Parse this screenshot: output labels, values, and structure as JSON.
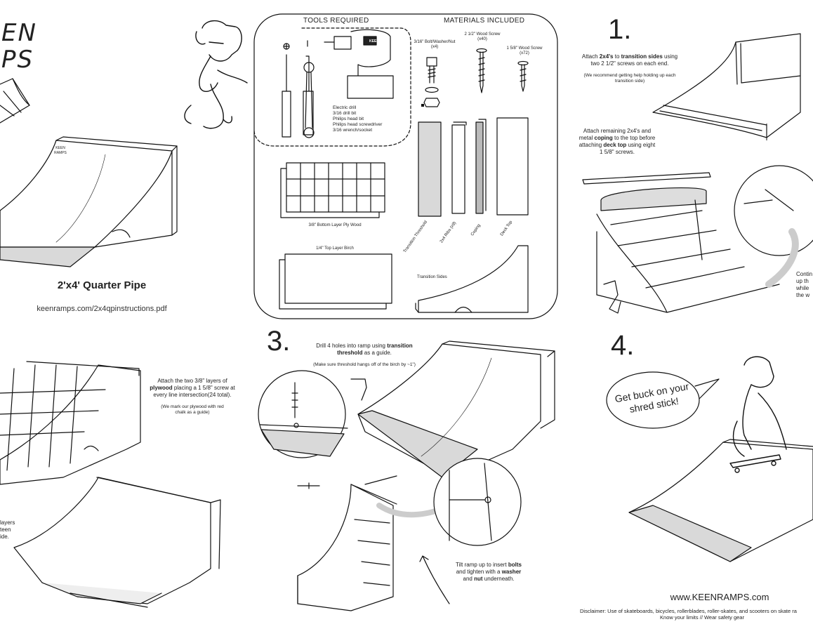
{
  "brand": {
    "line1": "EN",
    "line2": "PS"
  },
  "cover": {
    "title": "2'x4' Quarter Pipe",
    "url": "keenramps.com/2x4qpinstructions.pdf"
  },
  "tools": {
    "header": "TOOLS REQUIRED",
    "list": [
      "Electric drill",
      "3/16 drill bit",
      "Philips head bit",
      "Philips head screwdriver",
      "3/16 wrench/socket"
    ],
    "drill_badge": "KEEN"
  },
  "materials": {
    "header": "MATERIALS INCLUDED",
    "bolt": {
      "name": "3/16\" Bolt/Washer/Nut",
      "qty": "(x4)"
    },
    "screw_large": {
      "name": "2 1/2\" Wood Screw",
      "qty": "(x40)"
    },
    "screw_small": {
      "name": "1 5/8\" Wood Screw",
      "qty": "(x72)"
    },
    "parts": [
      "Transition Threshold",
      "2x4 Ribs (x9)",
      "Coping",
      "Deck Top"
    ],
    "ply_bottom": "3/8\" Bottom Layer Ply Wood",
    "ply_top": "1/4\" Top Layer Birch",
    "sides": "Transition Sides"
  },
  "step1": {
    "number": "1.",
    "text_a": "Attach",
    "bold_a": "2x4's",
    "text_b": "to",
    "bold_b": "transition sides",
    "text_c": "using two 2 1/2\" screws on each end.",
    "note": "(We recommend getting help holding up each transition side)",
    "text2_a": "Attach remaining 2x4's and metal",
    "bold2_a": "coping",
    "text2_b": "to the top before attaching",
    "bold2_b": "deck top",
    "text2_c": "using eight 1 5/8\" screws.",
    "cut_text": "Contin up th while the w"
  },
  "step2": {
    "text_a": "Attach the two 3/8\" layers of",
    "bold_a": "plywood",
    "text_b": "placing a 1 5/8\" screw at every line intersection(24 total).",
    "note": "(We mark our plywood with red chalk as a guide)",
    "cut_text": "layers teen ide."
  },
  "step3": {
    "number": "3.",
    "text_a": "Drill 4 holes into ramp using",
    "bold_a": "transition threshold",
    "text_b": "as a guide.",
    "note": "(Make sure threshold hangs off of the birch by ~1\")",
    "text2_a": "Tilt ramp up to insert",
    "bold2_a": "bolts",
    "text2_b": "and tighten with a",
    "bold2_b": "washer",
    "text2_c": "and",
    "bold2_c": "nut",
    "text2_d": "underneath."
  },
  "step4": {
    "number": "4.",
    "speech": "Get buck on your shred stick!",
    "website": "www.KEENRAMPS.com",
    "disclaimer1": "Disclaimer: Use of skateboards, bicycles, rollerblades, roller-skates, and scooters on skate ra",
    "disclaimer2": "Know your limits // Wear safety gear"
  },
  "ramp_logo": "KEEN RAMPS"
}
